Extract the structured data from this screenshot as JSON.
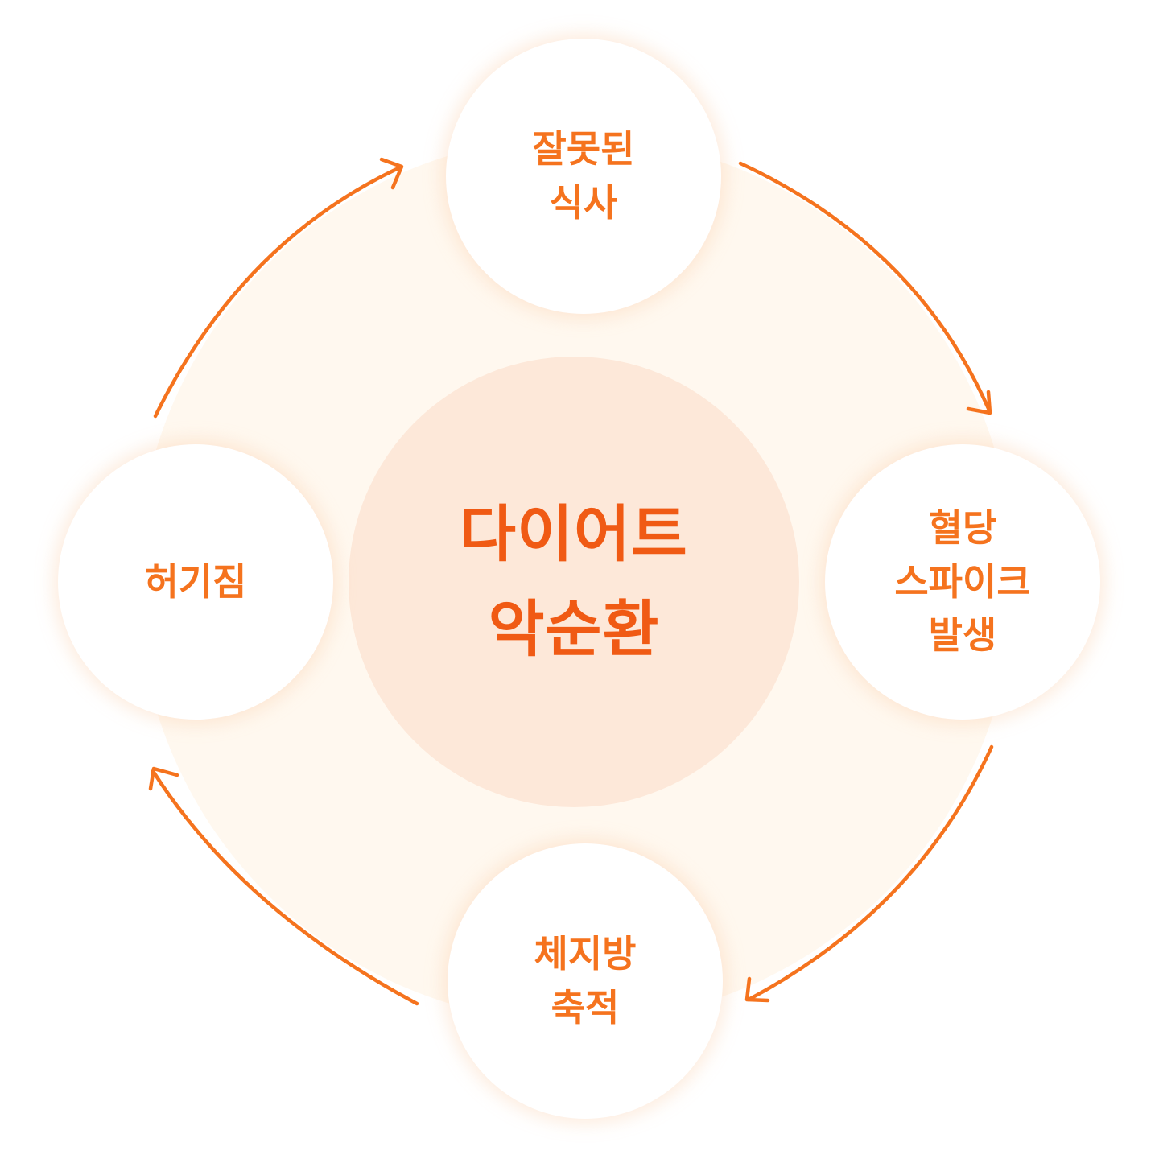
{
  "center": {
    "line1": "다이어트",
    "line2": "악순환"
  },
  "cycle": [
    {
      "id": "top",
      "lines": [
        "잘못된",
        "식사"
      ]
    },
    {
      "id": "right",
      "lines": [
        "혈당",
        "스파이크",
        "발생"
      ]
    },
    {
      "id": "bottom",
      "lines": [
        "체지방",
        "축적"
      ]
    },
    {
      "id": "left",
      "lines": [
        "허기짐"
      ]
    }
  ],
  "colors": {
    "accent": "#f5731e",
    "center_text": "#f05a14",
    "center_fill": "#fde8d9",
    "ring_fill": "#fff8ef",
    "arrow": "#f5731e"
  }
}
